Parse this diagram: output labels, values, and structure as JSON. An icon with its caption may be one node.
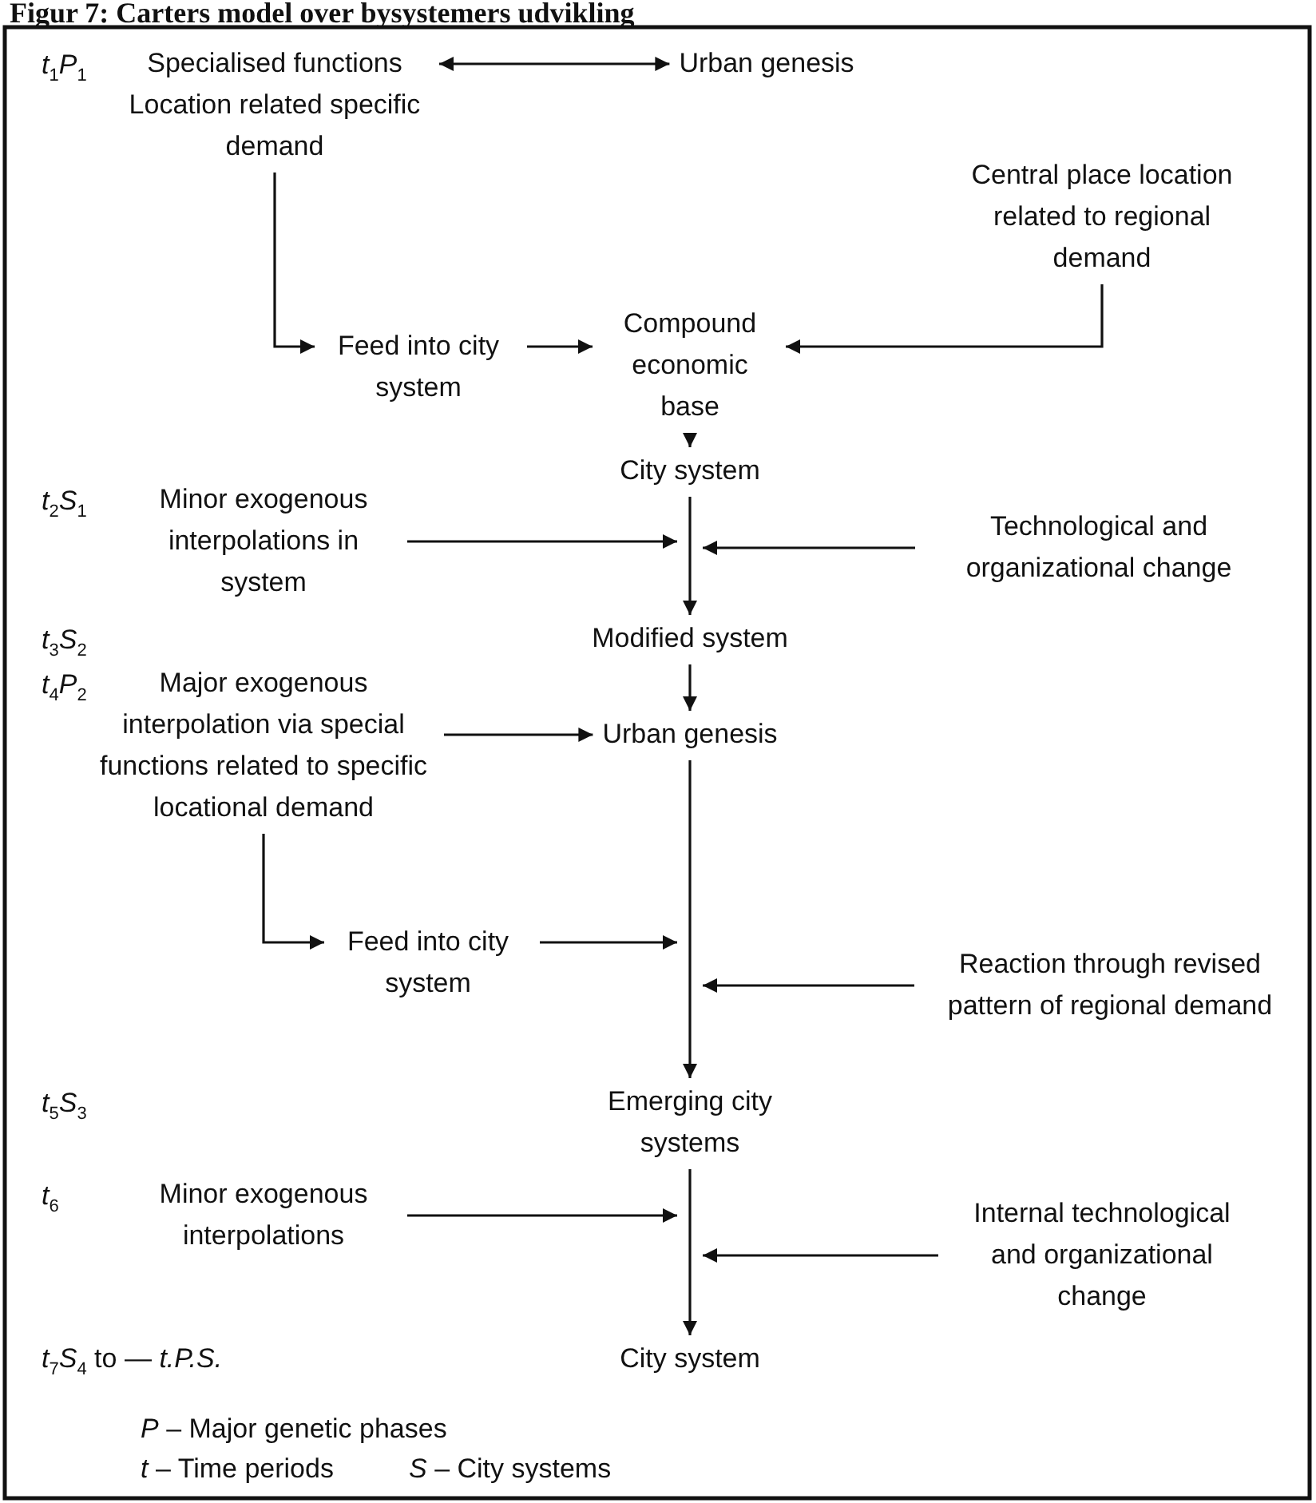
{
  "diagram": {
    "title": "Figur 7: Carters model over bysystemers udvikling",
    "nodes": [
      {
        "text": [
          "Specialised functions",
          "Location related specific demand"
        ]
      },
      {
        "text": [
          "Urban genesis"
        ]
      },
      {
        "text": [
          "Central place location related to regional demand"
        ]
      },
      {
        "text": [
          "Feed into city system"
        ]
      },
      {
        "text": [
          "Compound economic base"
        ]
      },
      {
        "text": [
          "City system"
        ]
      },
      {
        "text": [
          "Minor exogenous interpolations in system"
        ]
      },
      {
        "text": [
          "Technological and organizational change"
        ]
      },
      {
        "text": [
          "Modified system"
        ]
      },
      {
        "text": [
          "Major exogenous interpolation via special functions related to specific locational demand"
        ]
      },
      {
        "text": [
          "Urban genesis"
        ]
      },
      {
        "text": [
          "Feed into city system"
        ]
      },
      {
        "text": [
          "Reaction through revised pattern of regional demand"
        ]
      },
      {
        "text": [
          "Emerging city systems"
        ]
      },
      {
        "text": [
          "Minor exogenous interpolations"
        ]
      },
      {
        "text": [
          "Internal technological and organizational change"
        ]
      },
      {
        "text": [
          "City system"
        ]
      }
    ],
    "edges": [
      {
        "from": 0,
        "to": 1,
        "arrow": "both"
      },
      {
        "from": 0,
        "to": 3,
        "arrow": "to"
      },
      {
        "from": 3,
        "to": 4,
        "arrow": "to"
      },
      {
        "from": 2,
        "to": 4,
        "arrow": "to"
      },
      {
        "from": 4,
        "to": 5,
        "arrow": "to"
      },
      {
        "from": 5,
        "to": 8,
        "arrow": "to"
      },
      {
        "from": 6,
        "to": 5,
        "arrow": "to"
      },
      {
        "from": 7,
        "to": 5,
        "arrow": "to"
      },
      {
        "from": 8,
        "to": 10,
        "arrow": "to"
      },
      {
        "from": 9,
        "to": 10,
        "arrow": "to"
      },
      {
        "from": 9,
        "to": 11,
        "arrow": "to"
      },
      {
        "from": 11,
        "to": null,
        "arrow": "to"
      },
      {
        "from": 12,
        "to": null,
        "arrow": "to"
      },
      {
        "from": 10,
        "to": 13,
        "arrow": "to"
      },
      {
        "from": 13,
        "to": 16,
        "arrow": "to"
      },
      {
        "from": 14,
        "to": 13,
        "arrow": "to"
      },
      {
        "from": 15,
        "to": null,
        "arrow": "to"
      }
    ],
    "labels": [
      "*t*$_{1}$*P*$_{1}$",
      "*t*$_{2}$*S*$_{1}$",
      "*t*$_{3}$*S*$_{2}$",
      "*t*$_{4}$*P*$_{2}$",
      "*t*$_{5}$*S*$_{3}$",
      "*t*$_{6}$",
      "*t*$_{7}$*S*$_{4}$ to — *t.P.S.*",
      "*P* – Major genetic phases",
      "*t* – Time periods",
      "*S* – City systems"
    ]
  }
}
